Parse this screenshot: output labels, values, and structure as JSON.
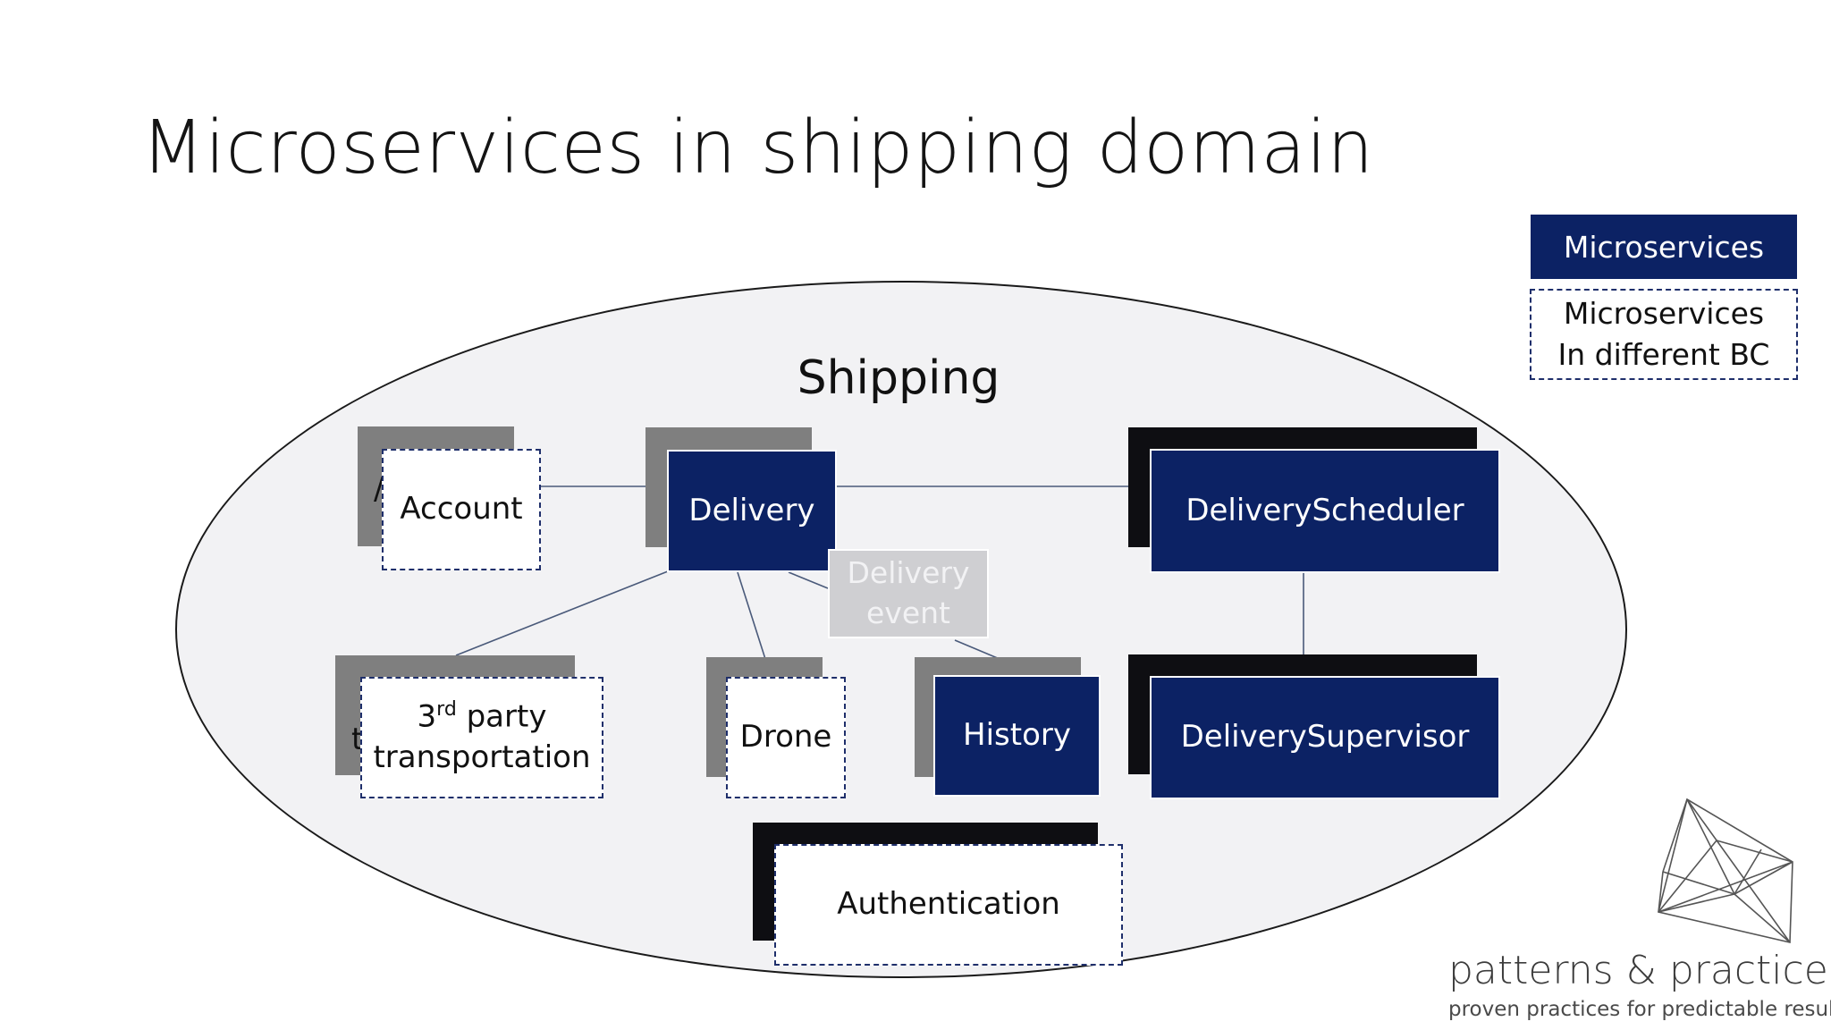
{
  "slide": {
    "title": "Microservices in shipping domain"
  },
  "diagram": {
    "context_label": "Shipping",
    "nodes": {
      "account": {
        "label": "Account",
        "style": "dashed"
      },
      "delivery": {
        "label": "Delivery",
        "style": "solid"
      },
      "delivery_scheduler": {
        "label": "DeliveryScheduler",
        "style": "solid"
      },
      "delivery_event": {
        "line1": "Delivery",
        "line2": "event",
        "style": "event"
      },
      "third_party": {
        "prefix": "3",
        "superscript": "rd",
        "suffix": " party",
        "line2": "transportation",
        "style": "dashed"
      },
      "drone": {
        "label": "Drone",
        "style": "dashed"
      },
      "history": {
        "label": "History",
        "style": "solid"
      },
      "delivery_supervisor": {
        "label": "DeliverySupervisor",
        "style": "solid"
      },
      "authentication": {
        "label": "Authentication",
        "style": "dashed"
      }
    },
    "edges": [
      {
        "from": "account",
        "to": "delivery"
      },
      {
        "from": "delivery",
        "to": "delivery_scheduler"
      },
      {
        "from": "delivery",
        "to": "third_party"
      },
      {
        "from": "delivery",
        "to": "drone"
      },
      {
        "from": "delivery",
        "to": "delivery_event"
      },
      {
        "from": "delivery_event",
        "to": "history"
      },
      {
        "from": "delivery_scheduler",
        "to": "delivery_supervisor"
      }
    ]
  },
  "legend": {
    "solid_label": "Microservices",
    "dashed_line1": "Microservices",
    "dashed_line2": "In different BC"
  },
  "logo": {
    "name": "patterns & practices",
    "tagline": "proven practices for predictable results"
  },
  "colors": {
    "service_fill": "#0c2264",
    "dashed_border": "#1f2f6b",
    "context_fill": "#f2f2f4",
    "event_fill": "#cfcfd2",
    "shadow_gray": "#7f7f7f",
    "shadow_black": "#0e0e12"
  }
}
